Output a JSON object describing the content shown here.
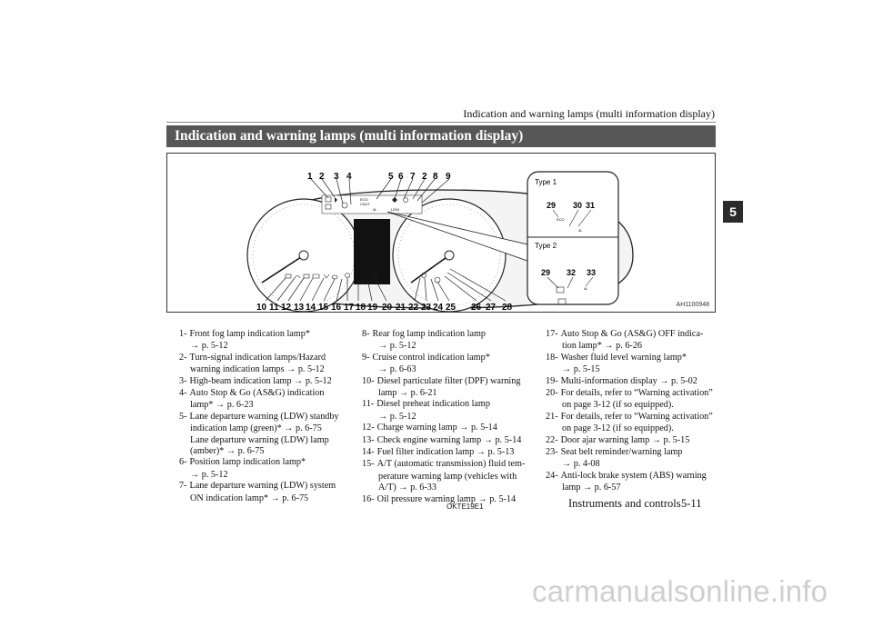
{
  "running_head": "Indication and warning lamps (multi information display)",
  "section_title": "Indication and warning lamps (multi information display)",
  "chapter_tab": "5",
  "figure": {
    "id": "AH1100948",
    "type1_label": "Type 1",
    "type2_label": "Type 2",
    "callouts_top": [
      "1",
      "2",
      "3",
      "4",
      "5",
      "6",
      "7",
      "2",
      "8",
      "9"
    ],
    "callouts_bottom": [
      "10",
      "11",
      "12",
      "13",
      "14",
      "15",
      "16",
      "17",
      "18",
      "19",
      "20",
      "21",
      "22",
      "23",
      "24",
      "25",
      "26",
      "27",
      "28"
    ],
    "callouts_type1": [
      "29",
      "30",
      "31"
    ],
    "callouts_type2": [
      "29",
      "32",
      "33"
    ],
    "icon_texts": [
      "ECO",
      "CAUT",
      "4L",
      "LDW"
    ],
    "icons": [
      "fog-lamp-icon",
      "turn-signal-icon",
      "high-beam-icon",
      "stop-go-icon",
      "ldw-icon",
      "position-lamp-icon",
      "dpf-icon",
      "preheat-icon",
      "charge-icon",
      "engine-icon",
      "fuel-filter-icon",
      "oil-icon",
      "washer-icon",
      "door-icon",
      "seatbelt-icon",
      "abs-icon"
    ]
  },
  "columns": [
    [
      {
        "n": "1-",
        "text": "Front fog lamp indication lamp*",
        "cont": [
          "→ p. 5-12"
        ]
      },
      {
        "n": "2-",
        "text": "Turn-signal indication lamps/Hazard",
        "cont": [
          "warning indication lamps → p. 5-12"
        ]
      },
      {
        "n": "3-",
        "text": "High-beam indication lamp → p. 5-12",
        "cont": []
      },
      {
        "n": "4-",
        "text": "Auto Stop & Go (AS&G) indication",
        "cont": [
          "lamp* → p. 6-23"
        ]
      },
      {
        "n": "5-",
        "text": "Lane departure warning (LDW) standby",
        "cont": [
          "indication lamp (green)* → p. 6-75",
          "Lane departure warning (LDW) lamp",
          "(amber)* → p. 6-75"
        ]
      },
      {
        "n": "6-",
        "text": "Position lamp indication lamp*",
        "cont": [
          "→ p. 5-12"
        ]
      },
      {
        "n": "7-",
        "text": "Lane departure warning (LDW) system",
        "cont": [
          "ON indication lamp* → p. 6-75"
        ]
      }
    ],
    [
      {
        "n": "8-",
        "text": "Rear fog lamp indication lamp",
        "cont": [
          "→ p. 5-12"
        ]
      },
      {
        "n": "9-",
        "text": "Cruise control indication lamp*",
        "cont": [
          "→ p. 6-63"
        ]
      },
      {
        "n": "10-",
        "text": "Diesel particulate filter (DPF) warning",
        "cont": [
          "lamp → p. 6-21"
        ]
      },
      {
        "n": "11-",
        "text": "Diesel preheat indication lamp",
        "cont": [
          "→ p. 5-12"
        ]
      },
      {
        "n": "12-",
        "text": "Charge warning lamp → p. 5-14",
        "cont": []
      },
      {
        "n": "13-",
        "text": "Check engine warning lamp → p. 5-14",
        "cont": []
      },
      {
        "n": "14-",
        "text": "Fuel filter indication lamp → p. 5-13",
        "cont": []
      },
      {
        "n": "15-",
        "text": "A/T (automatic transmission) fluid tem-",
        "cont": [
          "perature warning lamp (vehicles with",
          "A/T) → p. 6-33"
        ]
      },
      {
        "n": "16-",
        "text": "Oil pressure warning lamp → p. 5-14",
        "cont": []
      }
    ],
    [
      {
        "n": "17-",
        "text": "Auto Stop & Go (AS&G) OFF indica-",
        "cont": [
          "tion lamp* → p. 6-26"
        ]
      },
      {
        "n": "18-",
        "text": "Washer fluid level warning lamp*",
        "cont": [
          "→ p. 5-15"
        ]
      },
      {
        "n": "19-",
        "text": "Multi-information display → p. 5-02",
        "cont": []
      },
      {
        "n": "20-",
        "text": "For details, refer to “Warning activation”",
        "cont": [
          "on page 3-12 (if so equipped)."
        ]
      },
      {
        "n": "21-",
        "text": "For details, refer to “Warning activation”",
        "cont": [
          "on page 3-12 (if so equipped)."
        ]
      },
      {
        "n": "22-",
        "text": "Door ajar warning lamp → p. 5-15",
        "cont": []
      },
      {
        "n": "23-",
        "text": "Seat belt reminder/warning lamp",
        "cont": [
          "→ p. 4-08"
        ]
      },
      {
        "n": "24-",
        "text": "Anti-lock brake system (ABS) warning",
        "cont": [
          "lamp → p. 6-57"
        ]
      }
    ]
  ],
  "footer": {
    "code": "OKTE19E1",
    "section": "Instruments and controls",
    "page": "5-11"
  },
  "watermark": "carmanualsonline.info"
}
